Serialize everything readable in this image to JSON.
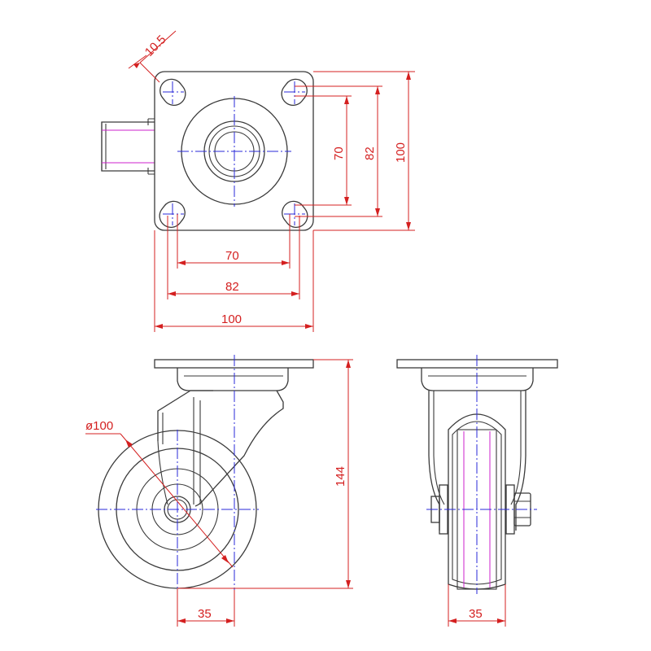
{
  "colors": {
    "object_lines": "#3a3a3a",
    "center_lines": "#2a2ad8",
    "hidden_lines": "#cc22cc",
    "dimensions": "#d42020",
    "background": "#ffffff"
  },
  "top_view": {
    "dim_hole_slot": "10.5",
    "dim_hole_pitch_vertical_inner": "70",
    "dim_hole_pitch_vertical_outer": "82",
    "dim_plate_height": "100",
    "dim_hole_pitch_horizontal_inner": "70",
    "dim_hole_pitch_horizontal_outer": "82",
    "dim_plate_width": "100"
  },
  "side_view": {
    "dim_wheel_diameter": "ø100",
    "dim_total_height": "144",
    "dim_offset": "35"
  },
  "front_view": {
    "dim_wheel_width": "35"
  }
}
